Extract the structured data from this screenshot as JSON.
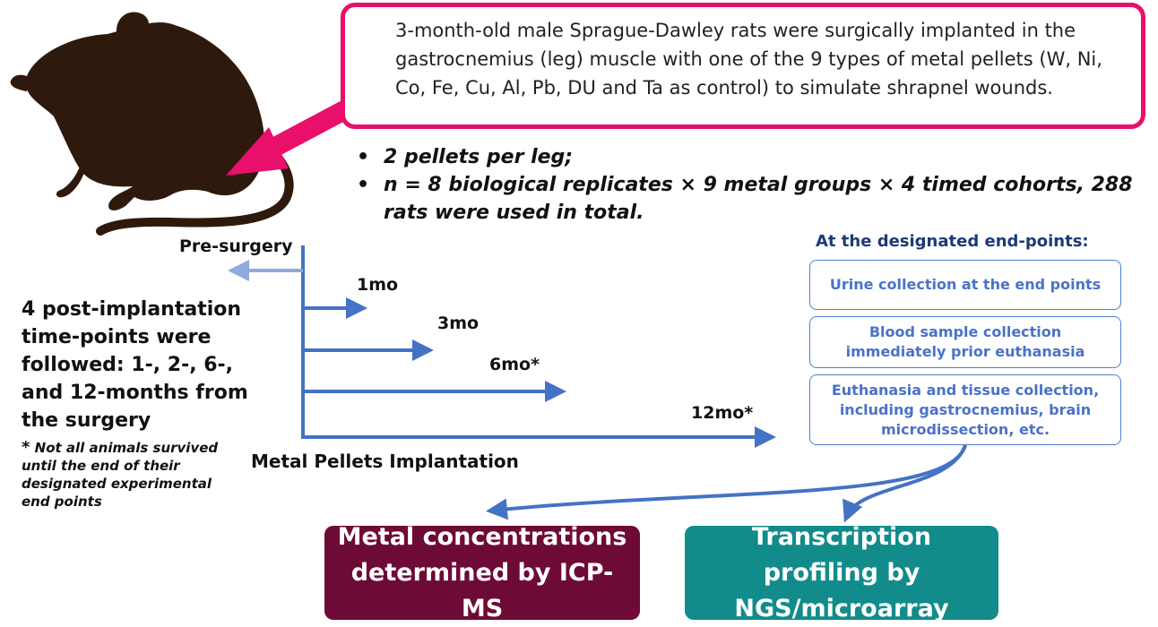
{
  "intro": {
    "text": "3-month-old male Sprague-Dawley rats were surgically implanted in the gastrocnemius (leg) muscle with one of the 9 types of metal pellets (W, Ni, Co, Fe, Cu, Al, Pb, DU and Ta as control) to simulate shrapnel wounds."
  },
  "bullets": [
    "2 pellets per leg;",
    "n = 8 biological replicates × 9 metal groups × 4 timed cohorts, 288 rats were used in total."
  ],
  "bullet_glyph": "•",
  "timeline": {
    "presurgery": "Pre-surgery",
    "points": [
      "1mo",
      "3mo",
      "6mo*",
      "12mo*"
    ],
    "axis_label": "Metal Pellets Implantation"
  },
  "followed_text": "4 post-implantation time-points were followed: 1-, 2-, 6-, and 12-months from the surgery",
  "note": {
    "star": "*",
    "text": "Not all animals survived until the end of their designated experimental end points"
  },
  "endpoints": {
    "title": "At the designated end-points:",
    "items": [
      "Urine collection at the end points",
      "Blood sample collection immediately prior euthanasia",
      "Euthanasia and tissue collection, including gastrocnemius, brain microdissection, etc."
    ]
  },
  "results": {
    "icp": "Metal concentrations determined by ICP-MS",
    "ngs": "Transcription profiling by NGS/microarray"
  },
  "colors": {
    "magenta": "#e8106a",
    "blue_arrow": "#4472c4",
    "grey_arrow": "#8faadc",
    "icp_box": "#6e0a36",
    "ngs_box": "#118c8a",
    "rat": "#2e1a0c"
  },
  "icons": {
    "rat": "rat-silhouette"
  }
}
